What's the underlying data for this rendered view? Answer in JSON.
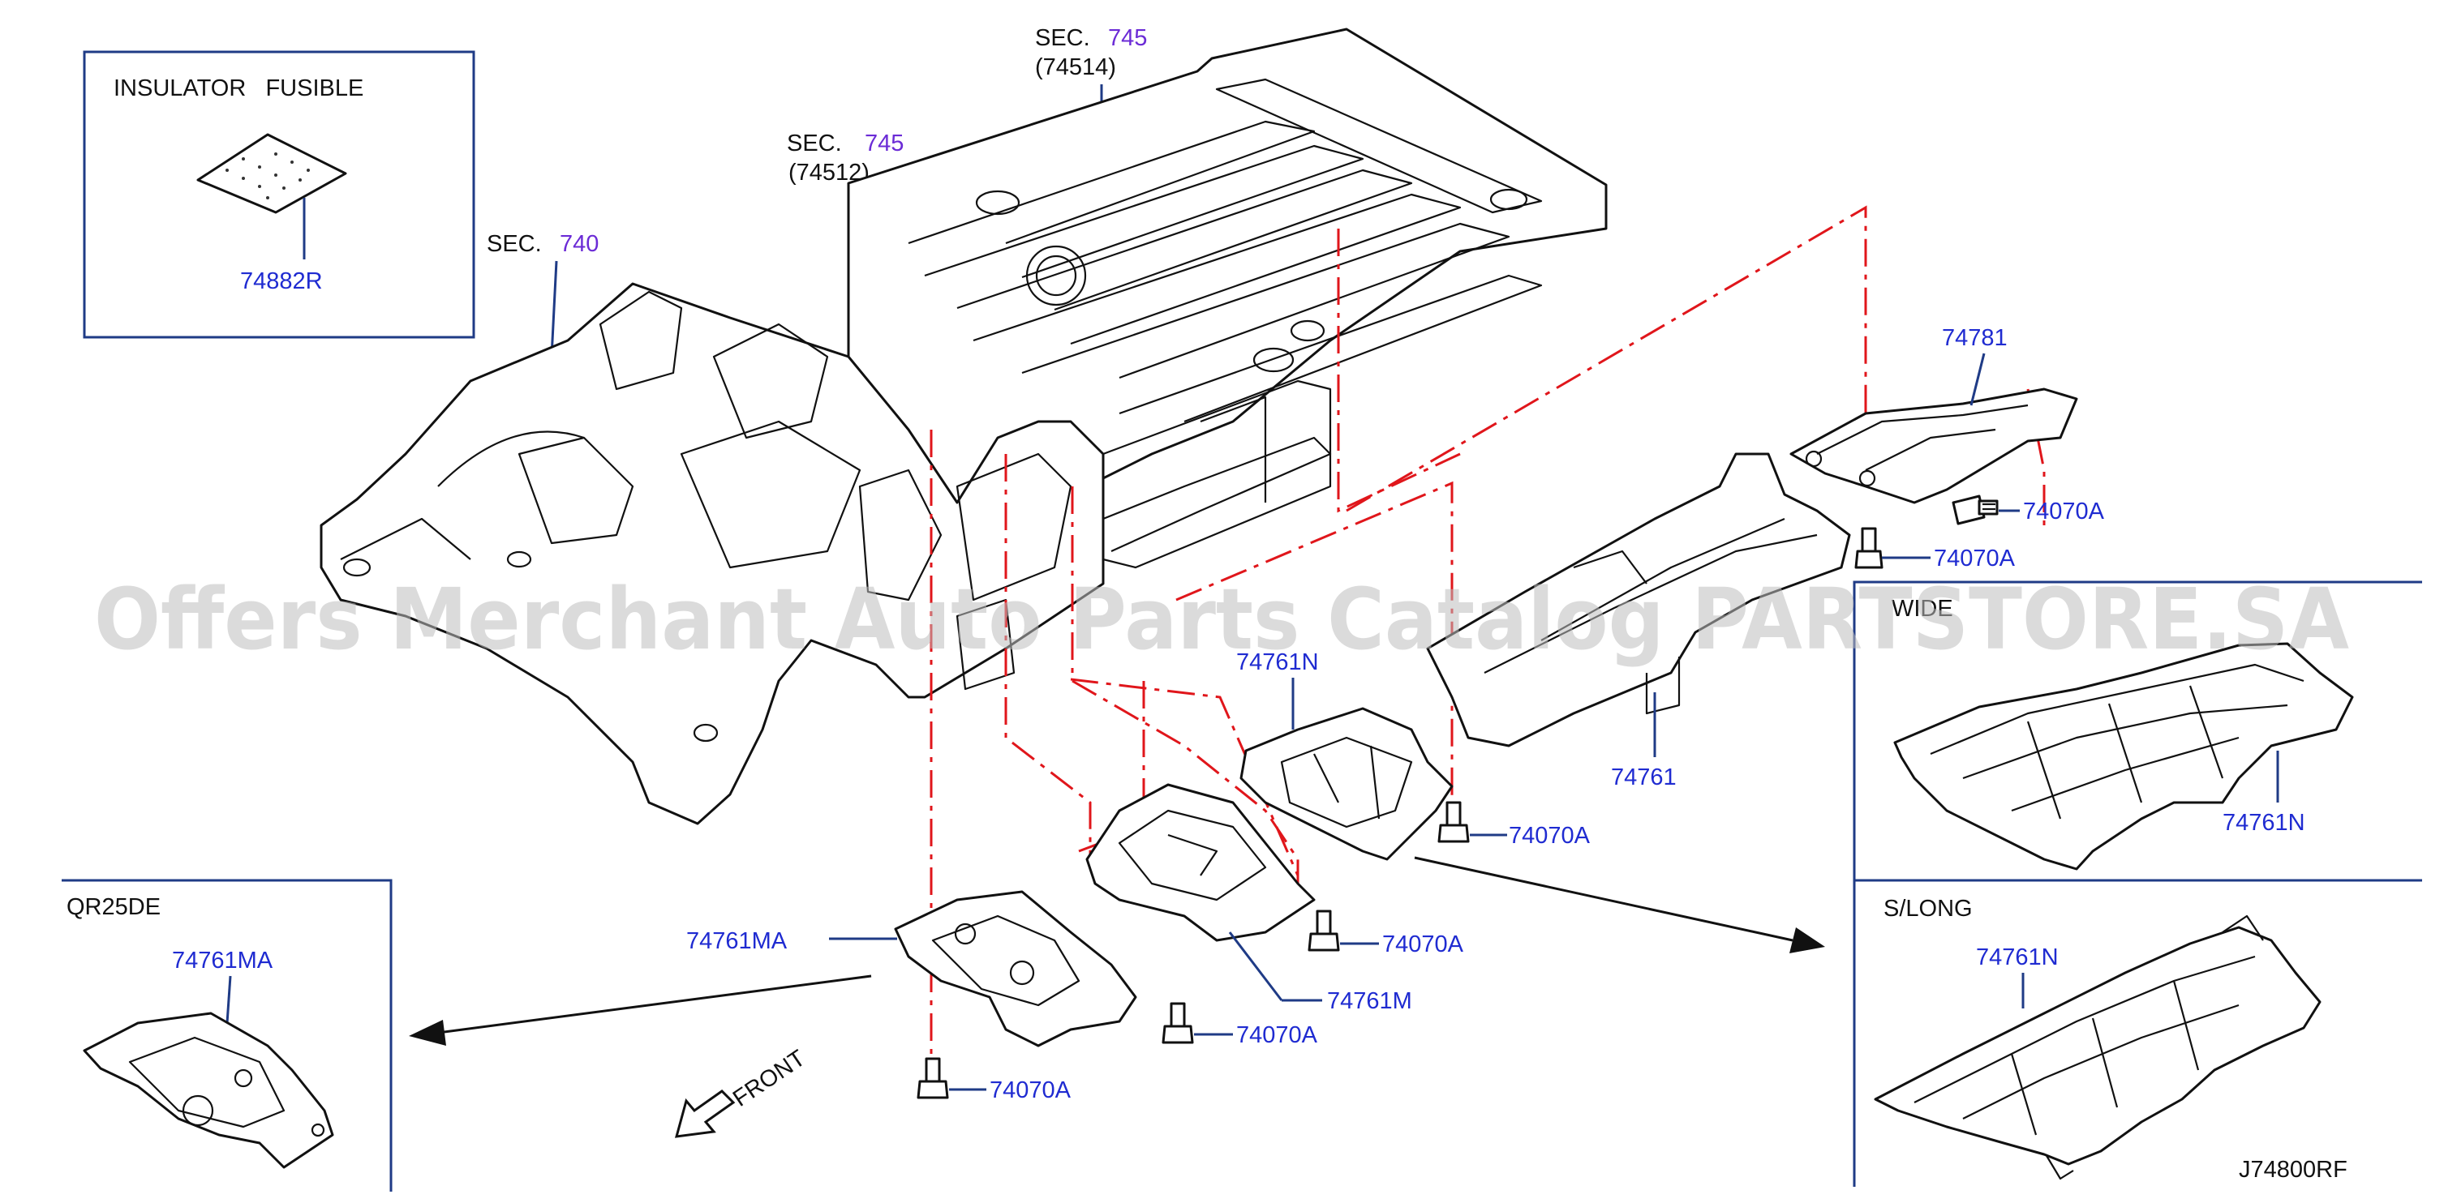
{
  "diagram": {
    "insulator_box": {
      "title": "INSULATOR   FUSIBLE",
      "part": "74882R"
    },
    "sec_labels": [
      {
        "prefix": "SEC.",
        "num": "740",
        "ref": ""
      },
      {
        "prefix": "SEC.",
        "num": "745",
        "ref": "(74512)"
      },
      {
        "prefix": "SEC.",
        "num": "745",
        "ref": "(74514)"
      }
    ],
    "callouts": {
      "p74781": "74781",
      "p74070a_1": "74070A",
      "p74070a_2": "74070A",
      "p74761": "74761",
      "p74761n": "74761N",
      "p74070a_3": "74070A",
      "p74070a_4": "74070A",
      "p74761ma": "74761MA",
      "p74761m": "74761M",
      "p74070a_5": "74070A",
      "p74070a_6": "74070A"
    },
    "front_label": "FRONT",
    "variants": {
      "qr25de": {
        "title": "QR25DE",
        "part": "74761MA"
      },
      "wide": {
        "title": "WIDE",
        "part": "74761N"
      },
      "slong": {
        "title": "S/LONG",
        "part": "74761N"
      }
    },
    "diagram_code": "J74800RF",
    "watermark": "Offers Merchant Auto Parts Catalog PARTSTORE.SA",
    "colors": {
      "label_blue": "#1f2bd1",
      "section_purple": "#6b2bd6",
      "guide_red": "#e0161b",
      "frame_navy": "#1f3b86"
    }
  }
}
